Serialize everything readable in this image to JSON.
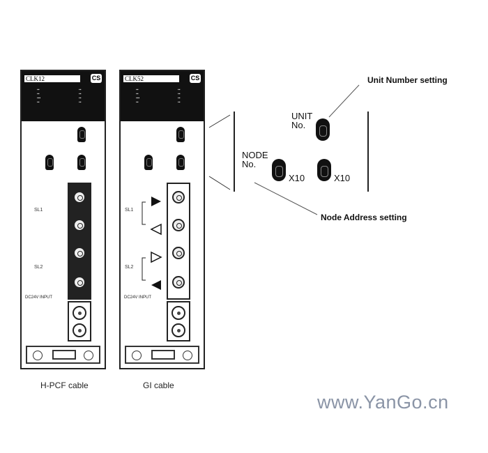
{
  "modules": [
    {
      "model": "CLK12",
      "brand": "CS",
      "sl1": "SL1",
      "sl2": "SL2",
      "power": "DC24V INPUT",
      "caption": "H-PCF cable"
    },
    {
      "model": "CLK52",
      "brand": "CS",
      "sl1": "SL1",
      "sl2": "SL2",
      "power": "DC24V INPUT",
      "caption": "GI cable"
    }
  ],
  "detail": {
    "unit_label": "UNIT No.",
    "node_label": "NODE No.",
    "mult_10": "X10",
    "mult_1": "X10"
  },
  "callouts": {
    "unit": "Unit Number setting",
    "node": "Node Address setting"
  },
  "watermark": "www.YanGo.cn"
}
